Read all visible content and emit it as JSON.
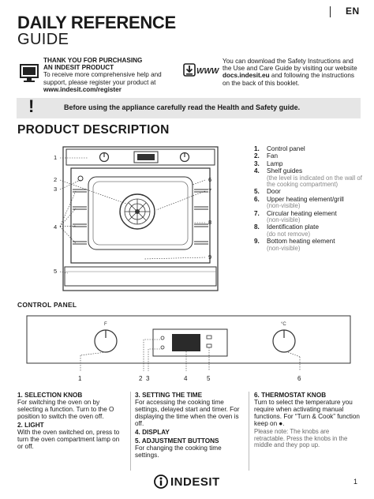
{
  "header": {
    "language": "EN",
    "title_line1": "DAILY REFERENCE",
    "title_line2": "GUIDE"
  },
  "thanks": {
    "bold_line1": "THANK YOU FOR PURCHASING",
    "bold_line2": "AN INDESIT PRODUCT",
    "body": "To receive more comprehensive help and support, please register your product at",
    "url": "www.indesit.com/register"
  },
  "download": {
    "icon_label": "WWW",
    "body_part1": "You can download the Safety Instructions and the Use and Care Guide by visiting our website",
    "website": "docs.indesit.eu",
    "body_part2": "and following the instructions on the back of this booklet."
  },
  "warning": {
    "symbol": "!",
    "text": "Before using the appliance carefully read the Health and Safety guide."
  },
  "product_description": {
    "heading": "PRODUCT DESCRIPTION",
    "callouts": [
      "1",
      "2",
      "3",
      "4",
      "5",
      "6",
      "7",
      "8",
      "9"
    ],
    "parts": [
      {
        "num": "1.",
        "name": "Control panel",
        "note": ""
      },
      {
        "num": "2.",
        "name": "Fan",
        "note": ""
      },
      {
        "num": "3.",
        "name": "Lamp",
        "note": ""
      },
      {
        "num": "4.",
        "name": "Shelf guides",
        "note": "(the level is indicated on the wall of the cooking compartment)"
      },
      {
        "num": "5.",
        "name": "Door",
        "note": ""
      },
      {
        "num": "6.",
        "name": "Upper heating element/grill",
        "note": "(non-visible)"
      },
      {
        "num": "7.",
        "name": "Circular heating element",
        "note": "(non-visible)"
      },
      {
        "num": "8.",
        "name": "Identification plate",
        "note": "(do not remove)"
      },
      {
        "num": "9.",
        "name": "Bottom heating element",
        "note": "(non-visible)"
      }
    ]
  },
  "control_panel": {
    "heading": "CONTROL PANEL",
    "knob_left_mark": "F",
    "knob_right_mark": "°C",
    "callouts": [
      "1",
      "2",
      "3",
      "4",
      "5",
      "6"
    ],
    "sections": [
      {
        "title": "1. SELECTION KNOB",
        "text": "For switching the oven on by selecting a function. Turn to the O position to switch the oven off."
      },
      {
        "title": "2. LIGHT",
        "text": "With the oven switched on, press to turn the oven compartment lamp on or off."
      },
      {
        "title": "3. SETTING THE TIME",
        "text": "For accessing the cooking time settings, delayed start and timer. For displaying the time when the oven is off."
      },
      {
        "title": "4. DISPLAY",
        "text": ""
      },
      {
        "title": "5. ADJUSTMENT BUTTONS",
        "text": "For changing the cooking time settings."
      },
      {
        "title": "6. THERMOSTAT KNOB",
        "text": "Turn to select the temperature you require when activating manual functions. For “Turn & Cook” function keep on ●."
      },
      {
        "title": "",
        "text": "Please note: The knobs are retractable. Press the knobs in the middle and they pop up."
      }
    ]
  },
  "footer": {
    "brand": "INDESIT",
    "page_number": "1"
  }
}
